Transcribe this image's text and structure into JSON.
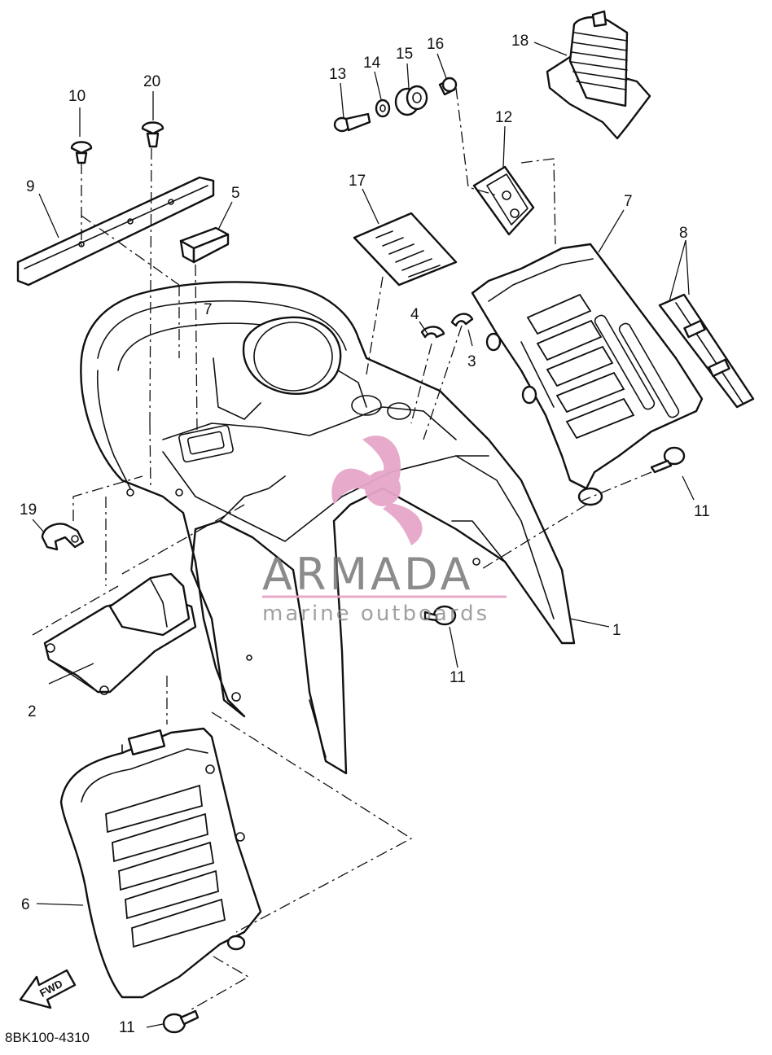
{
  "callouts": [
    {
      "id": "c1",
      "text": "1"
    },
    {
      "id": "c2",
      "text": "2"
    },
    {
      "id": "c3",
      "text": "3"
    },
    {
      "id": "c4",
      "text": "4"
    },
    {
      "id": "c5",
      "text": "5"
    },
    {
      "id": "c6",
      "text": "6"
    },
    {
      "id": "c7a",
      "text": "7"
    },
    {
      "id": "c7b",
      "text": "7"
    },
    {
      "id": "c8",
      "text": "8"
    },
    {
      "id": "c9",
      "text": "9"
    },
    {
      "id": "c10",
      "text": "10"
    },
    {
      "id": "c11a",
      "text": "11"
    },
    {
      "id": "c11b",
      "text": "11"
    },
    {
      "id": "c11c",
      "text": "11"
    },
    {
      "id": "c12",
      "text": "12"
    },
    {
      "id": "c13",
      "text": "13"
    },
    {
      "id": "c14",
      "text": "14"
    },
    {
      "id": "c15",
      "text": "15"
    },
    {
      "id": "c16",
      "text": "16"
    },
    {
      "id": "c17",
      "text": "17"
    },
    {
      "id": "c18",
      "text": "18"
    },
    {
      "id": "c19",
      "text": "19"
    },
    {
      "id": "c20",
      "text": "20"
    }
  ],
  "drawing_code": "8BK100-4310",
  "direction_marker": "FWD",
  "watermark": {
    "brand": "ARMADA",
    "tagline": "marine outboards",
    "logo_color": "#e6a6c8",
    "text_color": "#6f6f6f"
  }
}
